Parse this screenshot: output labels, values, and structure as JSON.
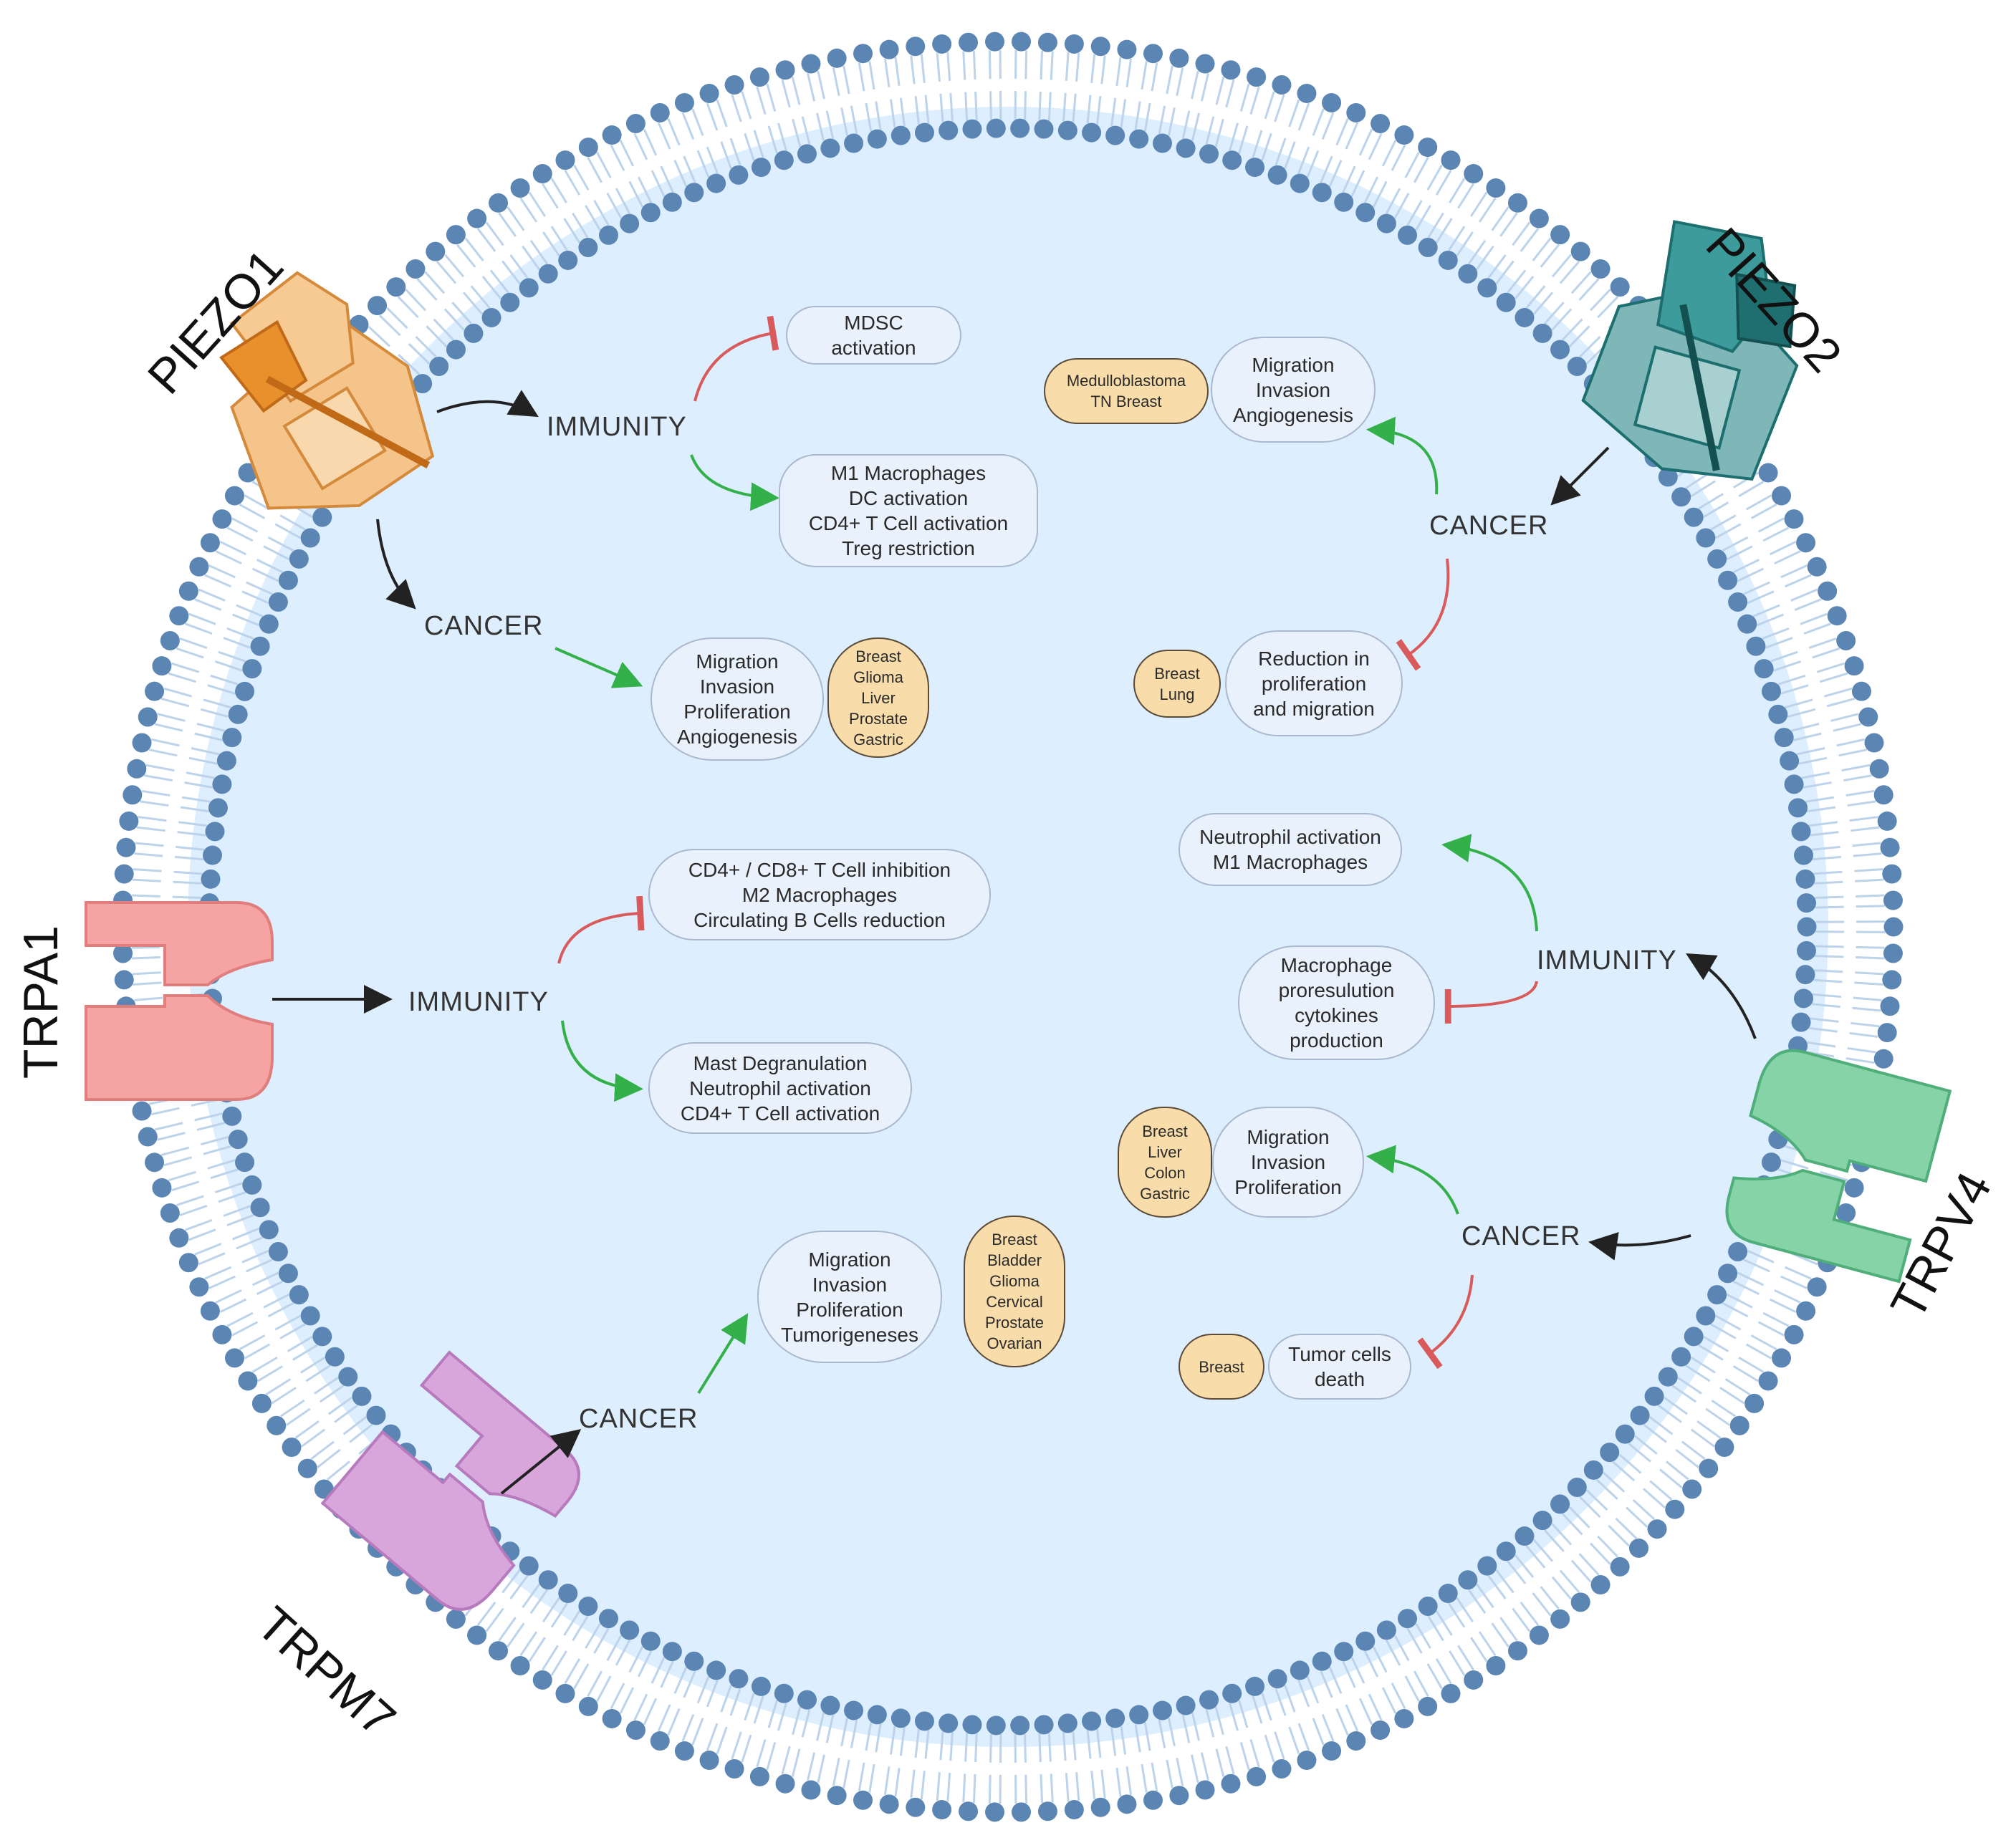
{
  "channels": {
    "piezo1": "PIEZO1",
    "piezo2": "PIEZO2",
    "trpa1": "TRPA1",
    "trpm7": "TRPM7",
    "trpv4": "TRPV4"
  },
  "hubs": {
    "piezo1_immunity": "IMMUNITY",
    "piezo1_cancer": "CANCER",
    "piezo2_cancer": "CANCER",
    "trpa1_immunity": "IMMUNITY",
    "trpv4_immunity": "IMMUNITY",
    "trpv4_cancer": "CANCER",
    "trpm7_cancer": "CANCER"
  },
  "effects": {
    "piezo1_mdsc": [
      "MDSC",
      "activation"
    ],
    "piezo1_immune_up": [
      "M1 Macrophages",
      "DC activation",
      "CD4+ T Cell activation",
      "Treg restriction"
    ],
    "piezo1_cancer_up": [
      "Migration",
      "Invasion",
      "Proliferation",
      "Angiogenesis"
    ],
    "piezo2_cancer_up": [
      "Migration",
      "Invasion",
      "Angiogenesis"
    ],
    "piezo2_cancer_down": [
      "Reduction in",
      "proliferation",
      "and migration"
    ],
    "trpa1_immune_down": [
      "CD4+ / CD8+ T Cell inhibition",
      "M2 Macrophages",
      "Circulating B Cells reduction"
    ],
    "trpa1_immune_up": [
      "Mast Degranulation",
      "Neutrophil activation",
      "CD4+ T Cell activation"
    ],
    "trpv4_immune_up": [
      "Neutrophil activation",
      "M1 Macrophages"
    ],
    "trpv4_immune_down": [
      "Macrophage",
      "proresulution",
      "cytokines",
      "production"
    ],
    "trpv4_cancer_up": [
      "Migration",
      "Invasion",
      "Proliferation"
    ],
    "trpv4_cancer_down": [
      "Tumor cells",
      "death"
    ],
    "trpm7_cancer_up": [
      "Migration",
      "Invasion",
      "Proliferation",
      "Tumorigeneses"
    ]
  },
  "tissues": {
    "piezo1": [
      "Breast",
      "Glioma",
      "Liver",
      "Prostate",
      "Gastric"
    ],
    "piezo2_up": [
      "Medulloblastoma",
      "TN Breast"
    ],
    "piezo2_down": [
      "Breast",
      "Lung"
    ],
    "trpv4_up": [
      "Breast",
      "Liver",
      "Colon",
      "Gastric"
    ],
    "trpv4_down": [
      "Breast"
    ],
    "trpm7": [
      "Breast",
      "Bladder",
      "Glioma",
      "Cervical",
      "Prostate",
      "Ovarian"
    ]
  },
  "colors": {
    "cytoplasm": "#ddeeff",
    "lipid_head": "#5b85b3",
    "lipid_tail": "#bcd3ea",
    "activation_arrow": "#33b04a",
    "inhibition_arrow": "#d95a5a",
    "link_arrow": "#222222",
    "piezo1": "#f5c48a",
    "piezo2": "#3d9b9c",
    "trpa1": "#f5a3a3",
    "trpm7": "#d9a6dc",
    "trpv4": "#86d3a8"
  }
}
